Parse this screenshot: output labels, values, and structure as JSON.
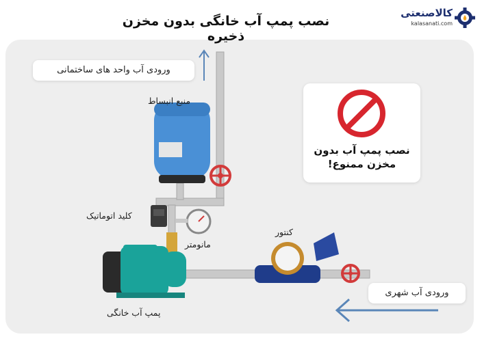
{
  "title": "نصب پمپ آب خانگی بدون مخزن ذخیره",
  "brand": {
    "name": "کالاصنعتی",
    "site": "kalasanati.com",
    "icon": "gear-water-logo-icon",
    "color": "#1d2f6f",
    "accent": "#f5a623"
  },
  "labels": {
    "building_inlet": "ورودی آب واحد های ساختمانی",
    "expansion_tank": "منبع انبساط",
    "auto_switch": "کلید اتوماتیک",
    "manometer": "مانومتر",
    "meter": "کنتور",
    "city_inlet": "ورودی آب شهری",
    "pump": "پمپ آب خانگی"
  },
  "warning": {
    "line1": "نصب پمپ آب بدون",
    "line2": "مخزن ممنوع!",
    "icon": "prohibited-icon",
    "color": "#d7262e"
  },
  "colors": {
    "tank": "#4a90d6",
    "pump": "#1aa39a",
    "pipe": "#c9c9c9",
    "arrow": "#5a86b8",
    "valve": "#d23b3b"
  }
}
